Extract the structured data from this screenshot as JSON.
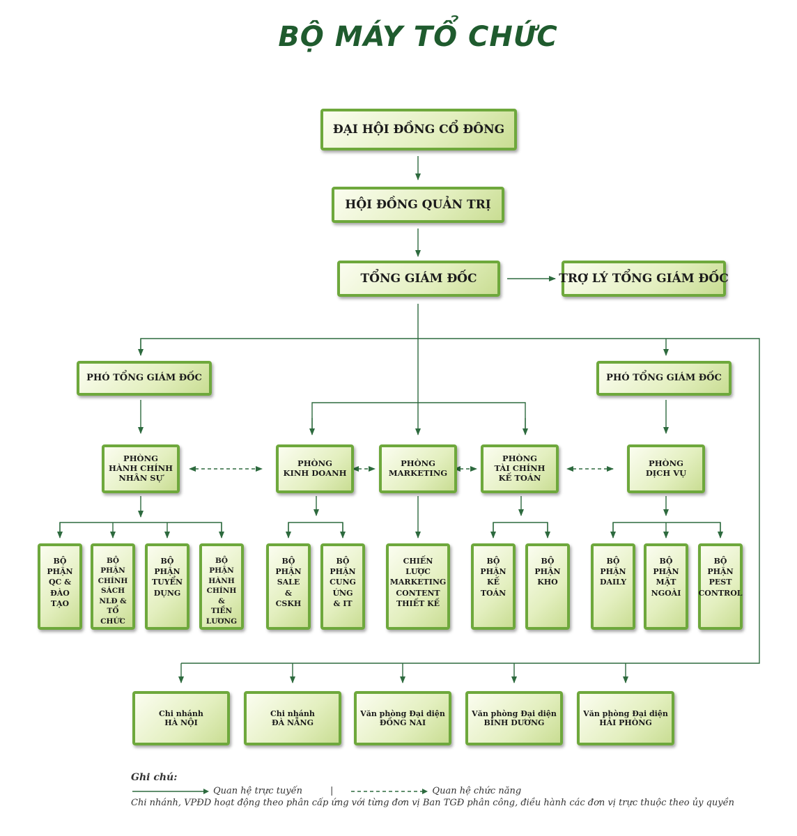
{
  "title": "BỘ MÁY TỔ CHỨC",
  "nodes": {
    "dhdcd": "ĐẠI HỘI ĐỒNG CỔ ĐÔNG",
    "hdqt": "HỘI ĐỒNG QUẢN TRỊ",
    "tgd": "TỔNG GIÁM ĐỐC",
    "trolytgd": "TRỢ LÝ TỔNG GIÁM ĐỐC",
    "ptgd_left": "PHÓ TỔNG GIÁM ĐỐC",
    "ptgd_right": "PHÓ TỔNG GIÁM ĐỐC",
    "p_hcns": "PHÒNG\nHÀNH CHÍNH\nNHÂN SỰ",
    "p_kd": "PHÒNG\nKINH DOANH",
    "p_mkt": "PHÒNG\nMARKETING",
    "p_tckt": "PHÒNG\nTÀI CHÍNH\nKẾ TOÁN",
    "p_dv": "PHÒNG\nDỊCH VỤ",
    "bp_qc": "BỘ\nPHẬN\nQC &\nĐÀO\nTẠO",
    "bp_cs": "BỘ\nPHẬN\nCHÍNH\nSÁCH\nNLĐ &\nTỔ CHỨC",
    "bp_td": "BỘ\nPHẬN\nTUYỂN\nDỤNG",
    "bp_hctl": "BỘ\nPHẬN\nHÀNH\nCHÍNH &\nTIỀN\nLƯƠNG",
    "bp_sale": "BỘ\nPHẬN\nSALE\n&\nCSKH",
    "bp_cu": "BỘ\nPHẬN\nCUNG\nỨNG\n& IT",
    "clmkt": "CHIẾN LƯỢC\nMARKETING\nCONTENT\nTHIẾT KẾ",
    "bp_kt": "BỘ\nPHẬN\nKẾ TOÁN",
    "bp_kho": "BỘ\nPHẬN\nKHO",
    "bp_daily": "BỘ\nPHẬN\nDAILY",
    "bp_mn": "BỘ\nPHẬN\nMẶT\nNGOÀI",
    "bp_pest": "BỘ\nPHẬN\nPEST\nCONTROL",
    "cn_hn": "Chi nhánh\nHÀ NỘI",
    "cn_dn": "Chi nhánh\nĐÀ NẴNG",
    "vp_dnai": "Văn phòng Đại diện\nĐỒNG NAI",
    "vp_bd": "Văn phòng Đại diện\nBÌNH DƯƠNG",
    "vp_hp": "Văn phòng Đại diện\nHẢI PHÒNG"
  },
  "notes": {
    "label": "Ghi chú:",
    "solid_legend": "Quan hệ trực tuyến",
    "separator": "|",
    "dashed_legend": "Quan hệ chức năng",
    "footnote": "Chi nhánh, VPĐD hoạt động theo phân cấp ứng với từng đơn vị Ban TGĐ phân công, điều hành các đơn vị trực thuộc theo ủy quyền"
  },
  "colors": {
    "title": "#1f5b2e",
    "box_border": "#6ea83c",
    "line": "#2d6a3e"
  }
}
